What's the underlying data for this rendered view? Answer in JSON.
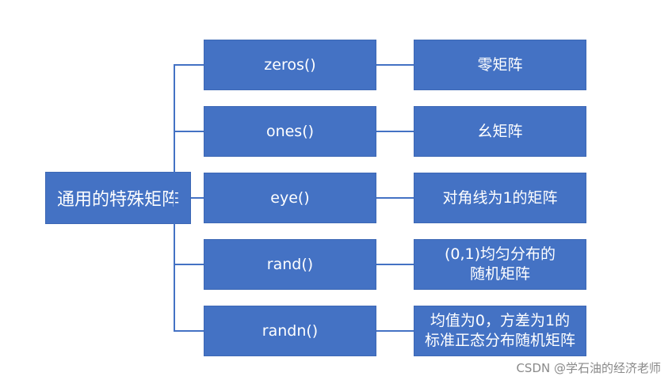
{
  "root": {
    "label": "通用的特殊矩阵"
  },
  "functions": [
    {
      "name": "zeros()",
      "desc": "零矩阵"
    },
    {
      "name": "ones()",
      "desc": "幺矩阵"
    },
    {
      "name": "eye()",
      "desc": "对角线为1的矩阵"
    },
    {
      "name": "rand()",
      "desc": "(0,1)均匀分布的\n随机矩阵"
    },
    {
      "name": "randn()",
      "desc": "均值为0，方差为1的\n标准正态分布随机矩阵"
    }
  ],
  "watermark": "CSDN @学石油的经济老师",
  "colors": {
    "box_fill": "#4472c4",
    "connector": "#4472c4",
    "text": "#ffffff"
  }
}
